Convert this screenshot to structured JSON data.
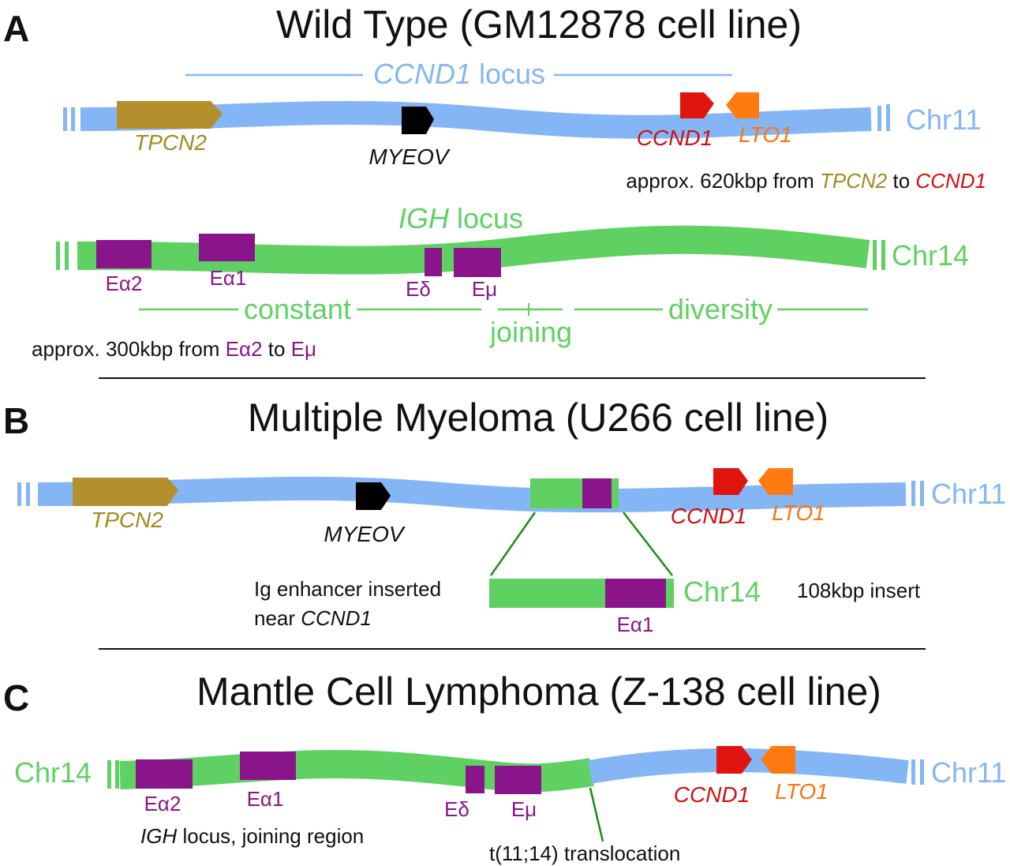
{
  "colors": {
    "chr11": "#84b6f5",
    "chr14": "#5fd163",
    "enhancer": "#8a148a",
    "tpcn2": "#b38f2e",
    "myeov": "#000000",
    "ccnd1": "#e0160e",
    "lto1": "#ff7a10",
    "tpcn2_text": "#a08a1e",
    "ccnd1_text": "#d01010",
    "lto1_text": "#ff7410"
  },
  "panel_a": {
    "letter": "A",
    "title": "Wild Type (GM12878 cell line)",
    "locus_gene": "CCND1",
    "locus_suffix": " locus",
    "chr11_label": "Chr11",
    "genes": {
      "tpcn2": "TPCN2",
      "myeov": "MYEOV",
      "ccnd1": "CCND1",
      "lto1": "LTO1"
    },
    "distance_note": {
      "pre": "approx. 620kbp from ",
      "from": "TPCN2",
      "mid": " to ",
      "to": "CCND1"
    },
    "igh_gene": "IGH",
    "igh_suffix": " locus",
    "chr14_label": "Chr14",
    "enhancers": {
      "ea2": "Eα2",
      "ea1": "Eα1",
      "ed": "Eδ",
      "em": "Eμ"
    },
    "regions": {
      "constant": "constant",
      "joining": "joining",
      "diversity": "diversity"
    },
    "igh_note": {
      "pre": "approx. 300kbp from ",
      "from": "Eα2",
      "mid": " to ",
      "to": "Eμ"
    }
  },
  "panel_b": {
    "letter": "B",
    "title": "Multiple Myeloma (U266 cell line)",
    "chr11_label": "Chr11",
    "genes": {
      "tpcn2": "TPCN2",
      "myeov": "MYEOV",
      "ccnd1": "CCND1",
      "lto1": "LTO1"
    },
    "insert_note_line1": "Ig enhancer inserted",
    "insert_note_line2_pre": "near ",
    "insert_note_line2_gene": "CCND1",
    "insert_chr_label": "Chr14",
    "insert_enhancer": "Eα1",
    "insert_size": "108kbp insert"
  },
  "panel_c": {
    "letter": "C",
    "title": "Mantle Cell Lymphoma (Z-138 cell line)",
    "chr14_label": "Chr14",
    "chr11_label": "Chr11",
    "enhancers": {
      "ea2": "Eα2",
      "ea1": "Eα1",
      "ed": "Eδ",
      "em": "Eμ"
    },
    "genes": {
      "ccnd1": "CCND1",
      "lto1": "LTO1"
    },
    "igh_note_gene": "IGH",
    "igh_note_rest": " locus, joining region",
    "translocation": "t(11;14) translocation"
  }
}
